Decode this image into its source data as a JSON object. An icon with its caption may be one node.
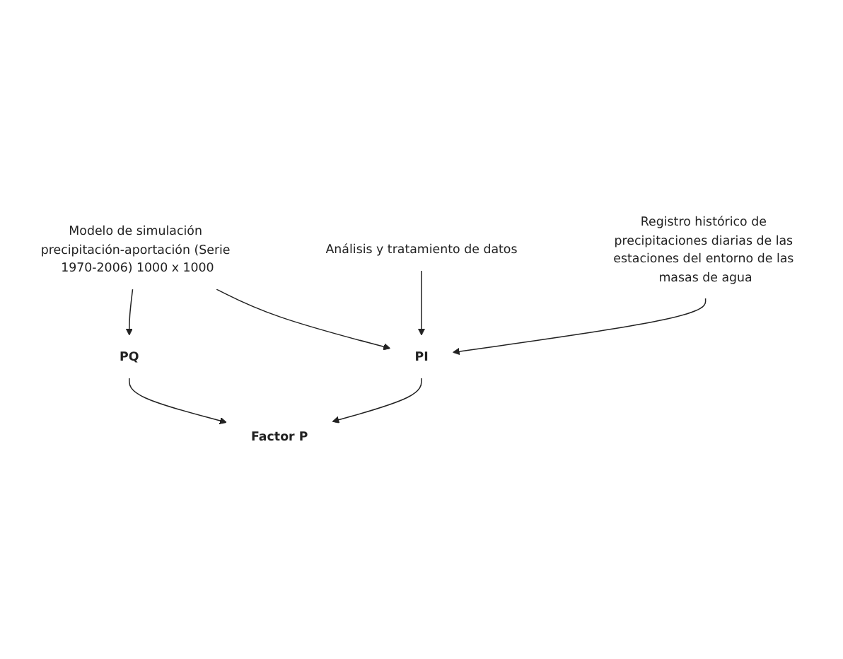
{
  "diagram": {
    "nodes": [
      {
        "text": [
          "Modelo de simulación precipitación-aportación (Serie 1970-2006) 1000 x 1000"
        ]
      },
      {
        "text": [
          "PQ"
        ]
      },
      {
        "text": [
          "Factor P"
        ]
      },
      {
        "text": [
          "PI"
        ]
      },
      {
        "text": [
          "Análisis y tratamiento de datos"
        ]
      },
      {
        "text": [
          "Registro histórico de precipitaciones diarias de las estaciones del entorno de las masas de agua"
        ]
      }
    ],
    "edges": [
      {
        "from": 0,
        "to": 1,
        "arrow": "to"
      },
      {
        "from": 0,
        "to": 3,
        "arrow": "to"
      },
      {
        "from": 1,
        "to": 2,
        "arrow": "to"
      },
      {
        "from": 3,
        "to": 2,
        "arrow": "to"
      },
      {
        "from": 4,
        "to": 3,
        "arrow": "to"
      },
      {
        "from": 5,
        "to": 3,
        "arrow": "to"
      }
    ]
  }
}
